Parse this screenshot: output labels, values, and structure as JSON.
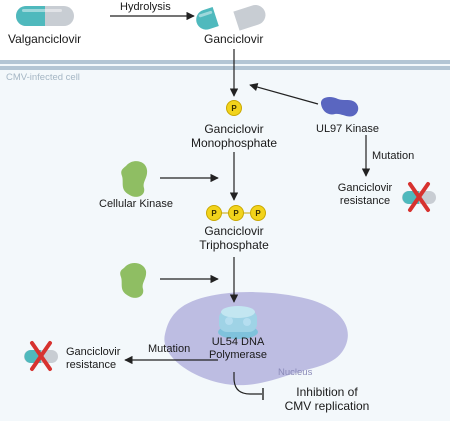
{
  "top": {
    "prodrug_label": "Valganciclovir",
    "hydrolysis_label": "Hydrolysis",
    "active_label": "Ganciclovir"
  },
  "cell": {
    "label": "CMV-infected cell",
    "nucleus_label": "Nucleus"
  },
  "steps": {
    "monophosphate": {
      "line1": "Ganciclovir",
      "line2": "Monophosphate"
    },
    "triphosphate": {
      "line1": "Ganciclovir",
      "line2": "Triphosphate"
    },
    "phosphate_symbol": "P"
  },
  "kinases": {
    "ul97": "UL97 Kinase",
    "cellular": "Cellular Kinase"
  },
  "resistance": {
    "mutation_label": "Mutation",
    "right": {
      "line1": "Ganciclovir",
      "line2": "resistance"
    },
    "left_mutation_label": "Mutation",
    "left": {
      "line1": "Ganciclovir",
      "line2": "resistance"
    }
  },
  "polymerase": {
    "line1": "UL54 DNA",
    "line2": "Polymerase"
  },
  "outcome": {
    "line1": "Inhibition of",
    "line2": "CMV replication"
  },
  "colors": {
    "capsule_teal": "#4fb9bd",
    "capsule_gray": "#c8cdd3",
    "membrane": "#b3c5d4",
    "cell_fill": "#f3f8fb",
    "phosphate": "#f2d31b",
    "kinase_green": "#8fbe63",
    "ul97_purple": "#5a66c0",
    "nucleus": "#a8a6d8",
    "polymerase": "#9fd3e6",
    "cross_red": "#d7322f"
  }
}
